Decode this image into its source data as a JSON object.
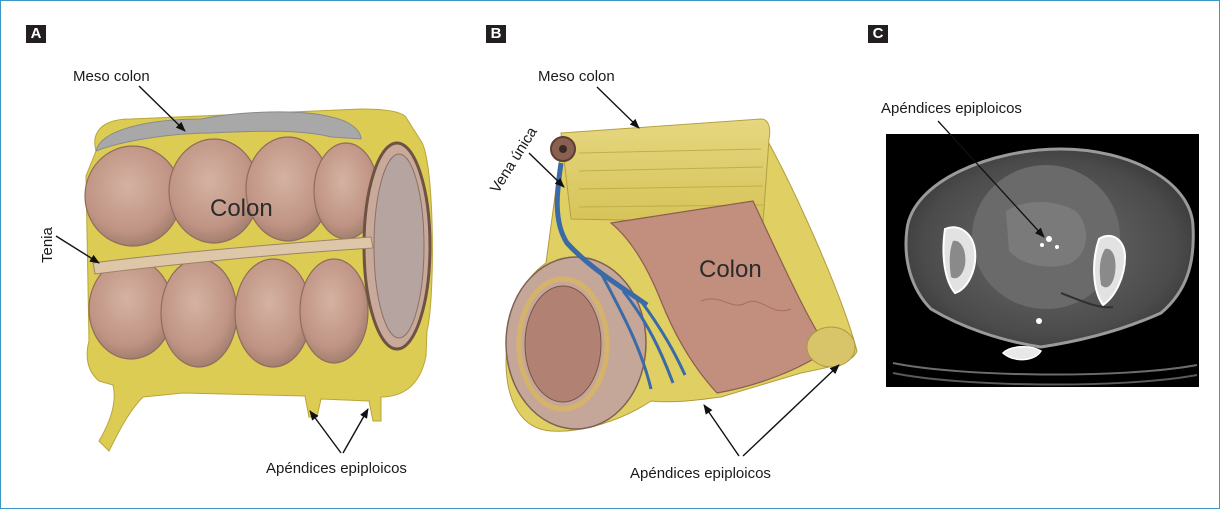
{
  "panels": {
    "a": {
      "badge": "A",
      "meso_colon": "Meso colon",
      "colon": "Colon",
      "tenia": "Tenia",
      "appendices": "Apéndices epiploicos"
    },
    "b": {
      "badge": "B",
      "meso_colon": "Meso colon",
      "vena_unica": "Vena única",
      "colon": "Colon",
      "appendices": "Apéndices epiploicos"
    },
    "c": {
      "badge": "C",
      "appendices": "Apéndices epiploicos"
    }
  },
  "colors": {
    "fat": "#d9c94a",
    "colon_wall": "#c49a88",
    "vein": "#3b6aa8",
    "border": "#3d96c8"
  }
}
